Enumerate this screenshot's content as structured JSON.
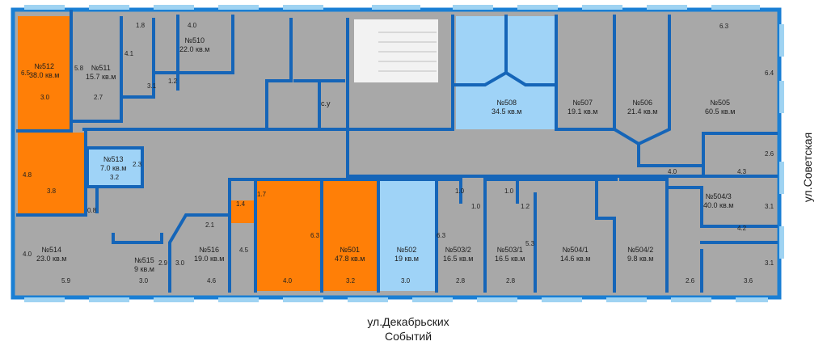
{
  "streets": {
    "bottom_line1": "ул.Декабрьских",
    "bottom_line2": "Событий",
    "right": "ул.Советская"
  },
  "colors": {
    "background": "#ffffff",
    "outer_wall": "#1a7fd4",
    "wall": "#1565b8",
    "window": "#9fd3f2",
    "room_grey": "#a8a8a8",
    "room_orange": "#ff7f07",
    "room_lightblue": "#9fd3f7",
    "stairs": "#f2f2f2"
  },
  "rooms": {
    "r512": {
      "number": "№512",
      "area": "38.0 кв.м"
    },
    "r511": {
      "number": "№511",
      "area": "15.7 кв.м"
    },
    "r510": {
      "number": "№510",
      "area": "22.0 кв.м"
    },
    "r513": {
      "number": "№513",
      "area": "7.0 кв.м"
    },
    "su": {
      "number": "с.у"
    },
    "r508": {
      "number": "№508",
      "area": "34.5 кв.м"
    },
    "r507": {
      "number": "№507",
      "area": "19.1 кв.м"
    },
    "r506": {
      "number": "№506",
      "area": "21.4 кв.м"
    },
    "r505": {
      "number": "№505",
      "area": "60.5 кв.м"
    },
    "r504_3": {
      "number": "№504/3",
      "area": "40.0 кв.м"
    },
    "r514": {
      "number": "№514",
      "area": "23.0 кв.м"
    },
    "r515": {
      "number": "№515",
      "area": "9 кв.м"
    },
    "r516": {
      "number": "№516",
      "area": "19.0 кв.м"
    },
    "r501": {
      "number": "№501",
      "area": "47.8 кв.м"
    },
    "r502": {
      "number": "№502",
      "area": "19 кв.м"
    },
    "r503_2": {
      "number": "№503/2",
      "area": "16.5 кв.м"
    },
    "r503_1": {
      "number": "№503/1",
      "area": "16.5 кв.м"
    },
    "r504_1": {
      "number": "№504/1",
      "area": "14.6 кв.м"
    },
    "r504_2": {
      "number": "№504/2",
      "area": "9.8 кв.м"
    }
  },
  "dimensions": {
    "d1": "6.5",
    "d2": "3.0",
    "d3": "5.8",
    "d4": "2.7",
    "d5": "1.8",
    "d6": "4.0",
    "d7": "4.1",
    "d8": "3.1",
    "d9": "1.2",
    "d10": "6.3",
    "d11": "6.4",
    "d12": "2.6",
    "d13": "4.3",
    "d14": "4.0",
    "d15": "4.8",
    "d16": "3.8",
    "d17": "2.3",
    "d18": "3.2",
    "d19": "0.8",
    "d20": "1.7",
    "d21": "1.4",
    "d22": "2.1",
    "d23": "1.0",
    "d24": "1.0",
    "d25": "1.0",
    "d26": "1.2",
    "d27": "3.1",
    "d28": "4.2",
    "d29": "6.3",
    "d30": "5.3",
    "d31": "4.0",
    "d32": "4.5",
    "d33": "2.9",
    "d34": "3.0",
    "d35": "6.3",
    "d36": "3.1",
    "d37": "5.9",
    "d38": "3.0",
    "d39": "4.6",
    "d40": "4.0",
    "d41": "3.2",
    "d42": "3.0",
    "d43": "2.8",
    "d44": "2.8",
    "d45": "2.6",
    "d46": "3.6"
  }
}
